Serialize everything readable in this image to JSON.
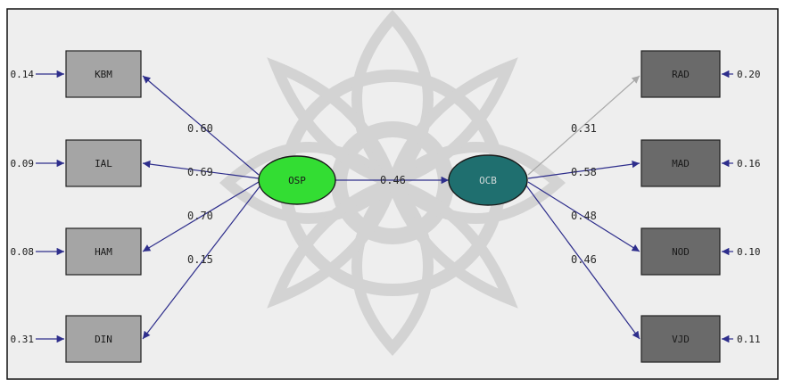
{
  "diagram": {
    "background": "#eeeeee",
    "watermark_color": "#bdbdbd",
    "arrow_color": "#2e2e8c",
    "faint_arrow_color": "#a9a9a9",
    "latents": [
      {
        "id": "OSP",
        "label": "OSP",
        "fill": "#33dd33"
      },
      {
        "id": "OCB",
        "label": "OCB",
        "fill": "#1f6f6f"
      }
    ],
    "left_indicators": [
      {
        "label": "KBM",
        "loading": "0.60",
        "error": "0.14"
      },
      {
        "label": "IAL",
        "loading": "0.69",
        "error": "0.09"
      },
      {
        "label": "HAM",
        "loading": "0.70",
        "error": "0.08"
      },
      {
        "label": "DIN",
        "loading": "0.15",
        "error": "0.31"
      }
    ],
    "right_indicators": [
      {
        "label": "RAD",
        "loading": "0.31",
        "error": "0.20"
      },
      {
        "label": "MAD",
        "loading": "0.58",
        "error": "0.16"
      },
      {
        "label": "NOD",
        "loading": "0.48",
        "error": "0.10"
      },
      {
        "label": "VJD",
        "loading": "0.46",
        "error": "0.11"
      }
    ],
    "path": {
      "from": "OSP",
      "to": "OCB",
      "coefficient": "0.46"
    }
  }
}
